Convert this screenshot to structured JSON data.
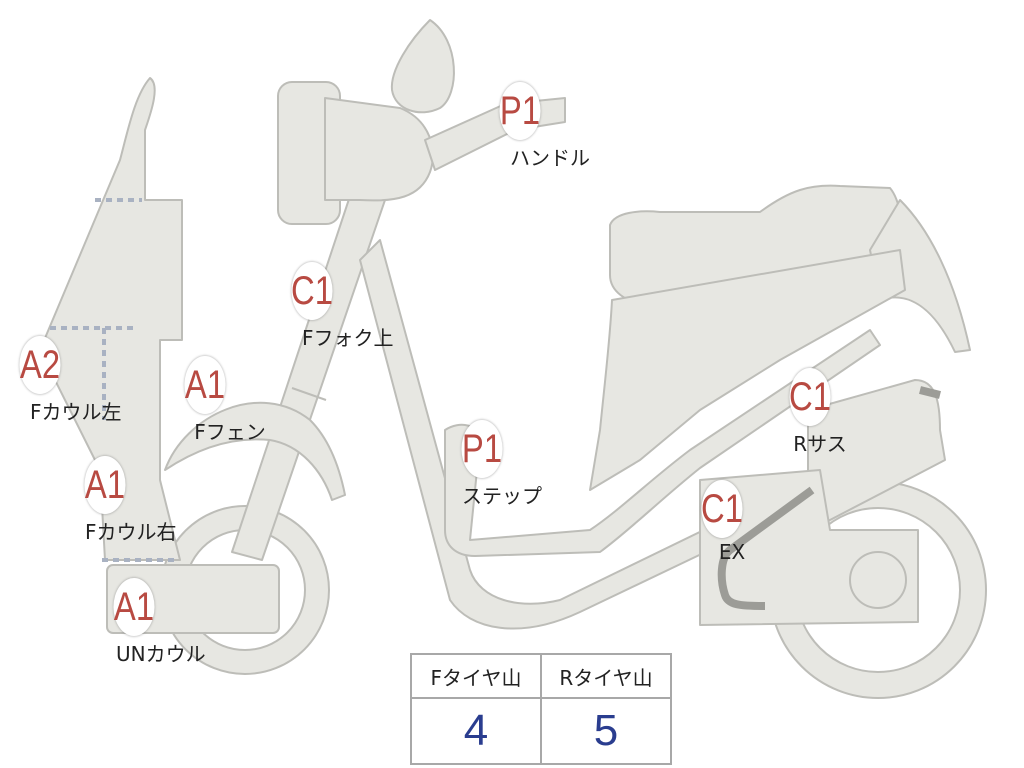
{
  "colors": {
    "body_fill": "#e7e7e2",
    "body_stroke": "#bdbdb8",
    "grade_text": "#b84a42",
    "tire_value": "#2a3d8f"
  },
  "parts": [
    {
      "key": "handle",
      "grade": "P1",
      "label": "ハンドル"
    },
    {
      "key": "ffork",
      "grade": "C1",
      "label": "Fフォク上"
    },
    {
      "key": "fcowl_l",
      "grade": "A2",
      "label": "Fカウル左"
    },
    {
      "key": "ffender",
      "grade": "A1",
      "label": "Fフェン"
    },
    {
      "key": "fcowl_r",
      "grade": "A1",
      "label": "Fカウル右"
    },
    {
      "key": "uncowl",
      "grade": "A1",
      "label": "UNカウル"
    },
    {
      "key": "step",
      "grade": "P1",
      "label": "ステップ"
    },
    {
      "key": "rsus",
      "grade": "C1",
      "label": "Rサス"
    },
    {
      "key": "ex",
      "grade": "C1",
      "label": "EX"
    }
  ],
  "tire_table": {
    "headers": [
      "Fタイヤ山",
      "Rタイヤ山"
    ],
    "values": [
      "4",
      "5"
    ]
  }
}
